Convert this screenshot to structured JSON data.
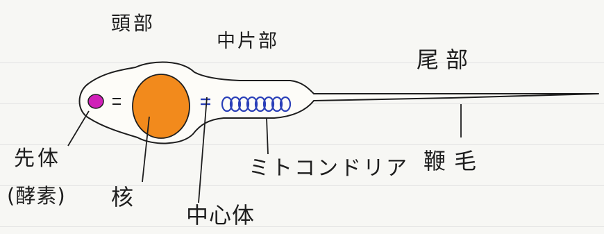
{
  "labels": {
    "head": "頭部",
    "midpiece": "中片部",
    "tail": "尾部",
    "acrosome": "先体",
    "enzyme": "(酵素)",
    "nucleus": "核",
    "centriole": "中心体",
    "mitochondria": "ミトコンドリア",
    "flagellum": "鞭毛"
  },
  "colors": {
    "nucleus": "#f28a1c",
    "acrosome": "#d020b8",
    "mitochondria": "#2a3fb8",
    "centriole": "#2a3fb8",
    "ink": "#1e1e1e"
  }
}
